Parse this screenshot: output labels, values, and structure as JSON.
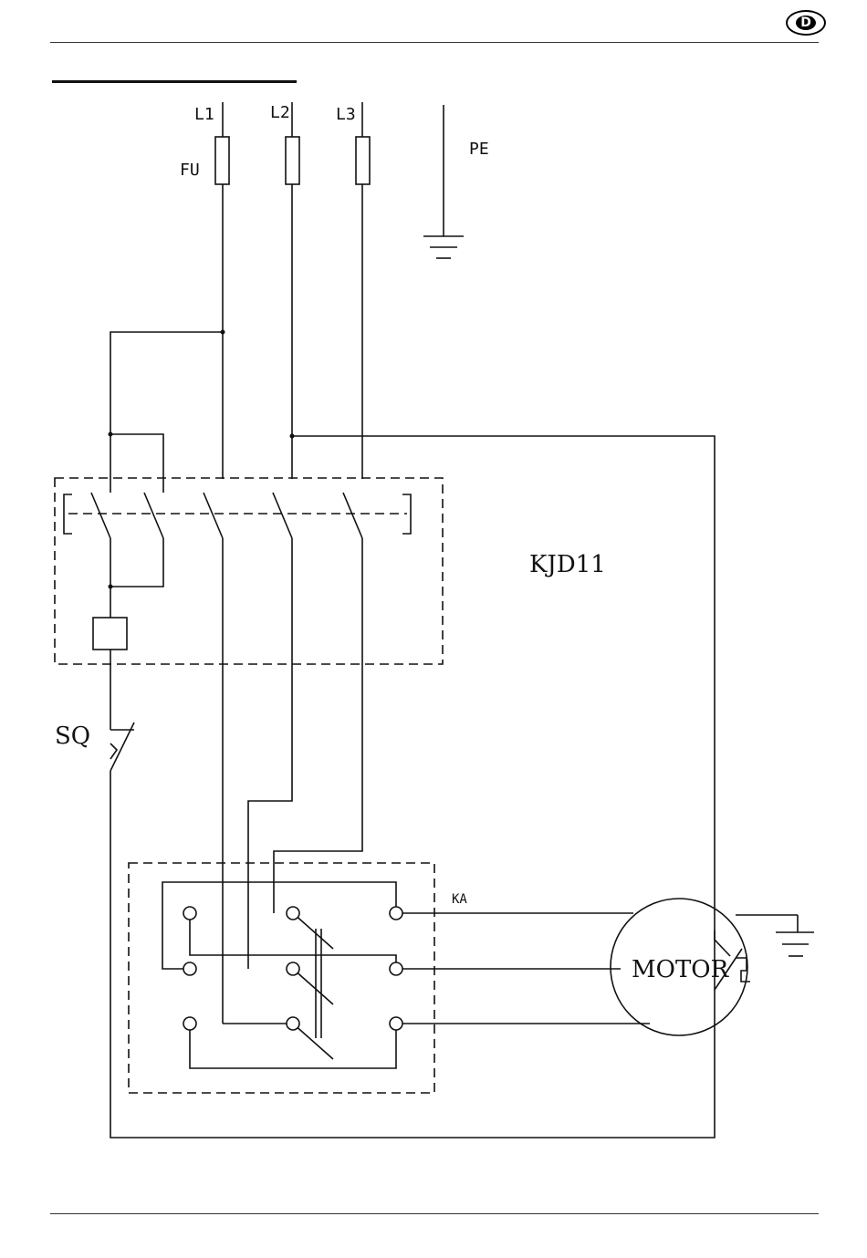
{
  "header": {
    "language_badge": "D"
  },
  "diagram": {
    "supply_labels": [
      "L1",
      "L2",
      "L3"
    ],
    "fuse_label": "FU",
    "earth_label": "PE",
    "control_unit_label": "KJD11",
    "limit_switch_label": "SQ",
    "relay_label": "KA",
    "motor_label": "MOTOR"
  }
}
